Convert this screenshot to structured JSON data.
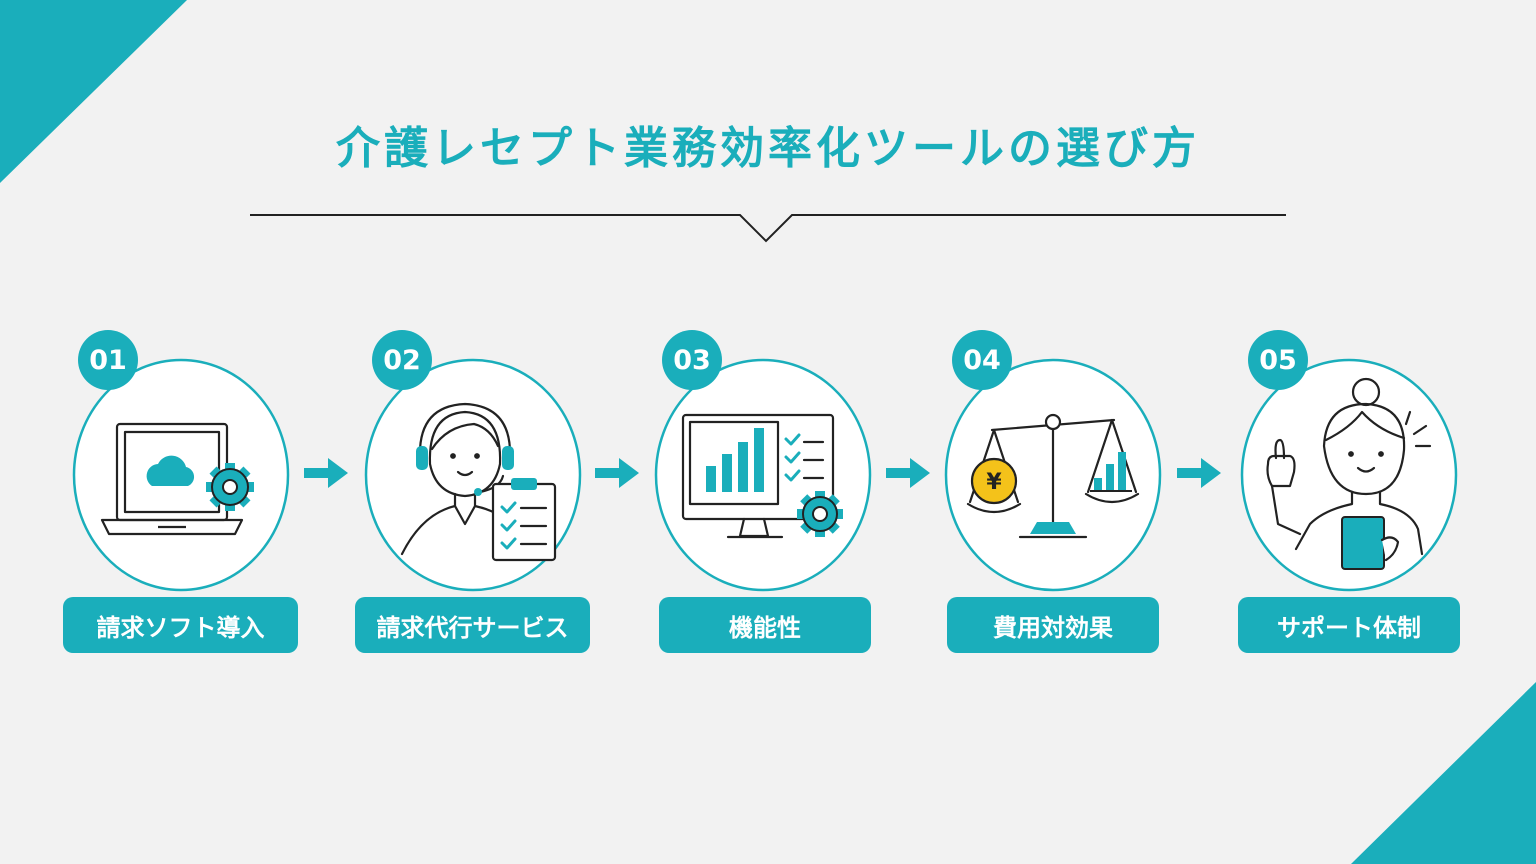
{
  "title": "介護レセプト業務効率化ツールの選び方",
  "colors": {
    "accent": "#1aaebb",
    "background": "#f2f2f2",
    "line": "#222222",
    "coin": "#f4c21a"
  },
  "steps": [
    {
      "number": "01",
      "label": "請求ソフト導入",
      "icon": "laptop-cloud-gear-icon"
    },
    {
      "number": "02",
      "label": "請求代行サービス",
      "icon": "operator-headset-clipboard-icon"
    },
    {
      "number": "03",
      "label": "機能性",
      "icon": "monitor-chart-checklist-icon"
    },
    {
      "number": "04",
      "label": "費用対効果",
      "icon": "balance-scale-yen-icon"
    },
    {
      "number": "05",
      "label": "サポート体制",
      "icon": "support-staff-tablet-icon"
    }
  ]
}
